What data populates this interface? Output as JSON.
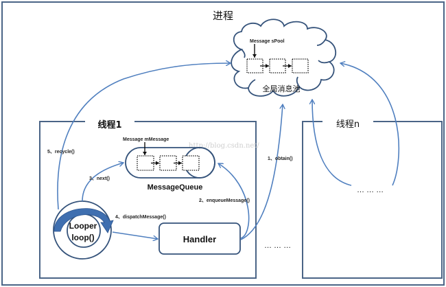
{
  "diagram": {
    "title": "进程",
    "pool": {
      "label": "全局消息池",
      "pointer_label": "Message sPool",
      "node_count": 3
    },
    "thread1": {
      "title": "线程1",
      "queue": {
        "label": "MessageQueue",
        "pointer_label": "Message mMessage",
        "node_count": 3
      },
      "looper": {
        "line1": "Looper",
        "line2": "loop()"
      },
      "handler": {
        "label": "Handler"
      }
    },
    "threadN": {
      "title": "线程n",
      "ellipsis": "… … …"
    },
    "between_ellipsis": "… … …",
    "steps": [
      {
        "label": "1、obtain()"
      },
      {
        "label": "2、enqueueMessage()"
      },
      {
        "label": "3、next()"
      },
      {
        "label": "4、dispatchMessage()"
      },
      {
        "label": "5、recycle()"
      }
    ],
    "watermark": "http://blog.csdn.net/",
    "colors": {
      "frame": "#4a6486",
      "arrow": "#4f7fbf",
      "shape_outline": "#34527a",
      "looper_arrow": "#3f6fb0"
    }
  }
}
